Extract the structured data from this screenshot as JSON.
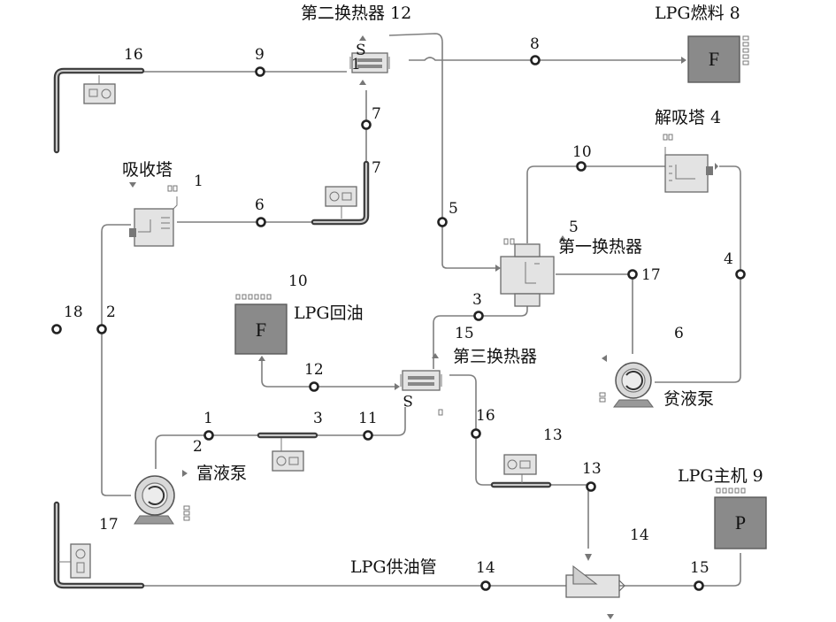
{
  "labels": {
    "hx2": "第二换热器 12",
    "lpg_fuel": "LPG燃料 8",
    "desorber": "解吸塔 4",
    "absorber": "吸收塔",
    "absorber_num": "1",
    "hx1_num": "5",
    "hx1": "第一换热器",
    "lpg_return_num": "10",
    "lpg_return": "LPG回油",
    "hx3_num": "15",
    "hx3": "第三换热器",
    "lean_pump_num": "6",
    "lean_pump": "贫液泵",
    "rich_pump": "富液泵",
    "rich_pump_num": "17",
    "meter13": "13",
    "lpg_engine": "LPG主机 9",
    "supply_pipe": "LPG供油管",
    "valve14": "14",
    "f_letter": "F",
    "p_letter": "P",
    "s_letter": "S",
    "one_letter": "1"
  },
  "stream_numbers": {
    "n16_top": "16",
    "n9": "9",
    "n8": "8",
    "n7a": "7",
    "n7b": "7",
    "n10": "10",
    "n6": "6",
    "n5": "5",
    "n4": "4",
    "n17": "17",
    "n3": "3",
    "n18": "18",
    "n2": "2",
    "n12": "12",
    "n1": "1",
    "n2b": "2",
    "n3b": "3",
    "n11": "11",
    "n16": "16",
    "n13": "13",
    "n14": "14",
    "n15": "15"
  }
}
